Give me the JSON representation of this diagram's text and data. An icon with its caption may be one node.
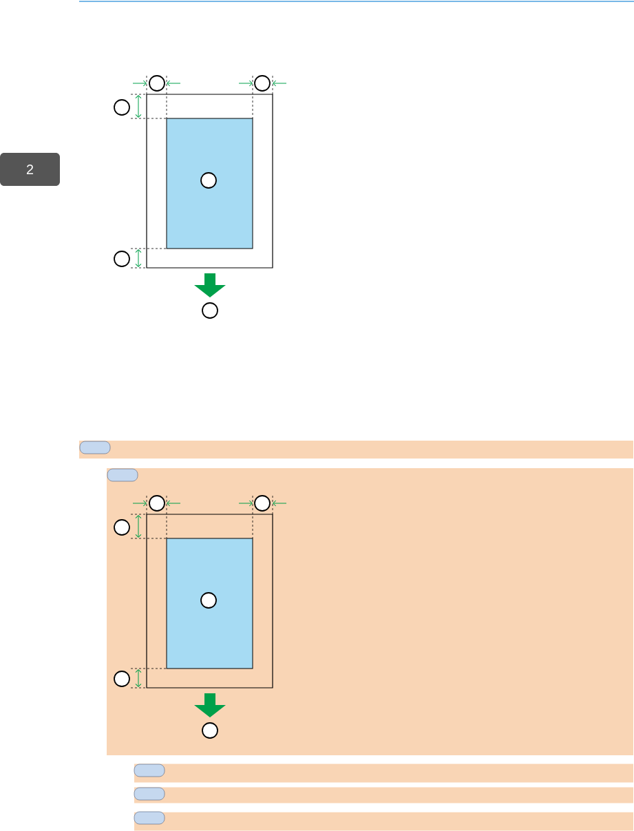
{
  "diagram": {
    "nodes": [
      {
        "text": [
          "2"
        ]
      },
      {
        "text": [],
        "shape": "circle"
      },
      {
        "text": [],
        "shape": "circle"
      },
      {
        "text": [],
        "shape": "circle"
      },
      {
        "text": [],
        "shape": "circle"
      },
      {
        "text": [],
        "shape": "circle"
      },
      {
        "text": [],
        "shape": "circle"
      },
      {
        "text": [],
        "shape": "bar"
      },
      {
        "text": [],
        "shape": "oval",
        "in": 7
      },
      {
        "text": [],
        "shape": "box"
      },
      {
        "text": [],
        "shape": "oval",
        "in": 9
      },
      {
        "text": [],
        "shape": "circle",
        "in": 9
      },
      {
        "text": [],
        "shape": "circle",
        "in": 9
      },
      {
        "text": [],
        "shape": "circle",
        "in": 9
      },
      {
        "text": [],
        "shape": "circle",
        "in": 9
      },
      {
        "text": [],
        "shape": "circle",
        "in": 9
      },
      {
        "text": [],
        "shape": "circle",
        "in": 9
      },
      {
        "text": [],
        "shape": "bar"
      },
      {
        "text": [],
        "shape": "oval",
        "in": 17
      },
      {
        "text": [],
        "shape": "bar"
      },
      {
        "text": [],
        "shape": "oval",
        "in": 19
      },
      {
        "text": [],
        "shape": "bar"
      },
      {
        "text": [],
        "shape": "oval",
        "in": 21
      }
    ]
  }
}
